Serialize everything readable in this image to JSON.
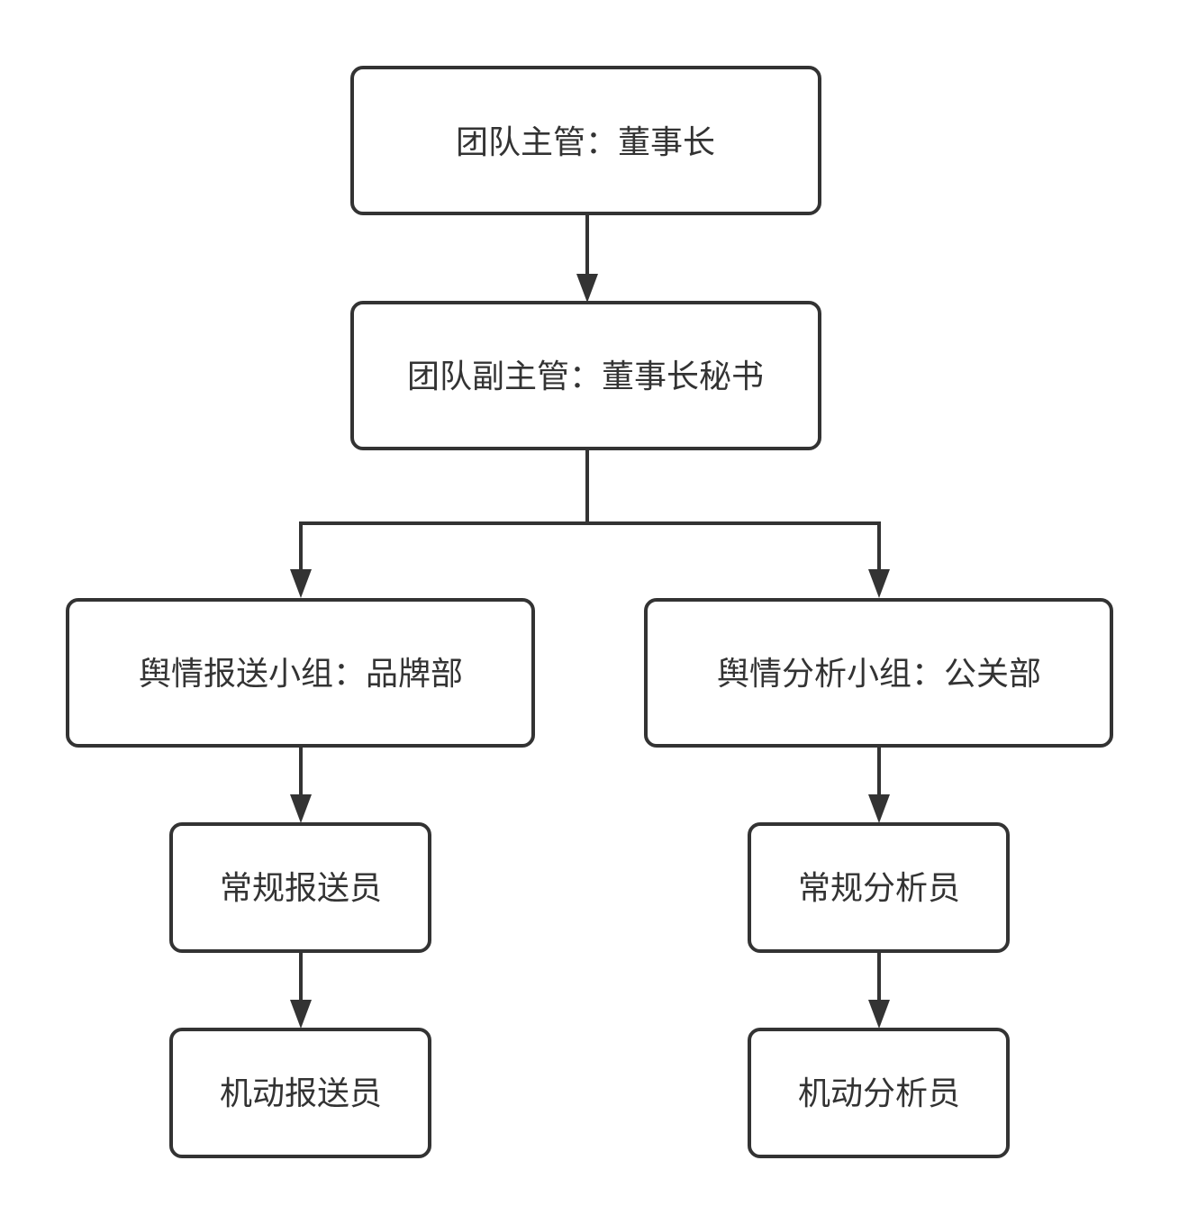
{
  "nodes": {
    "supervisor": "团队主管：董事长",
    "deputy": "团队副主管：董事长秘书",
    "reporting_group": "舆情报送小组：品牌部",
    "analysis_group": "舆情分析小组：公关部",
    "regular_reporter": "常规报送员",
    "mobile_reporter": "机动报送员",
    "regular_analyst": "常规分析员",
    "mobile_analyst": "机动分析员"
  },
  "colors": {
    "stroke": "#333333",
    "fill": "#ffffff",
    "text": "#333333"
  }
}
